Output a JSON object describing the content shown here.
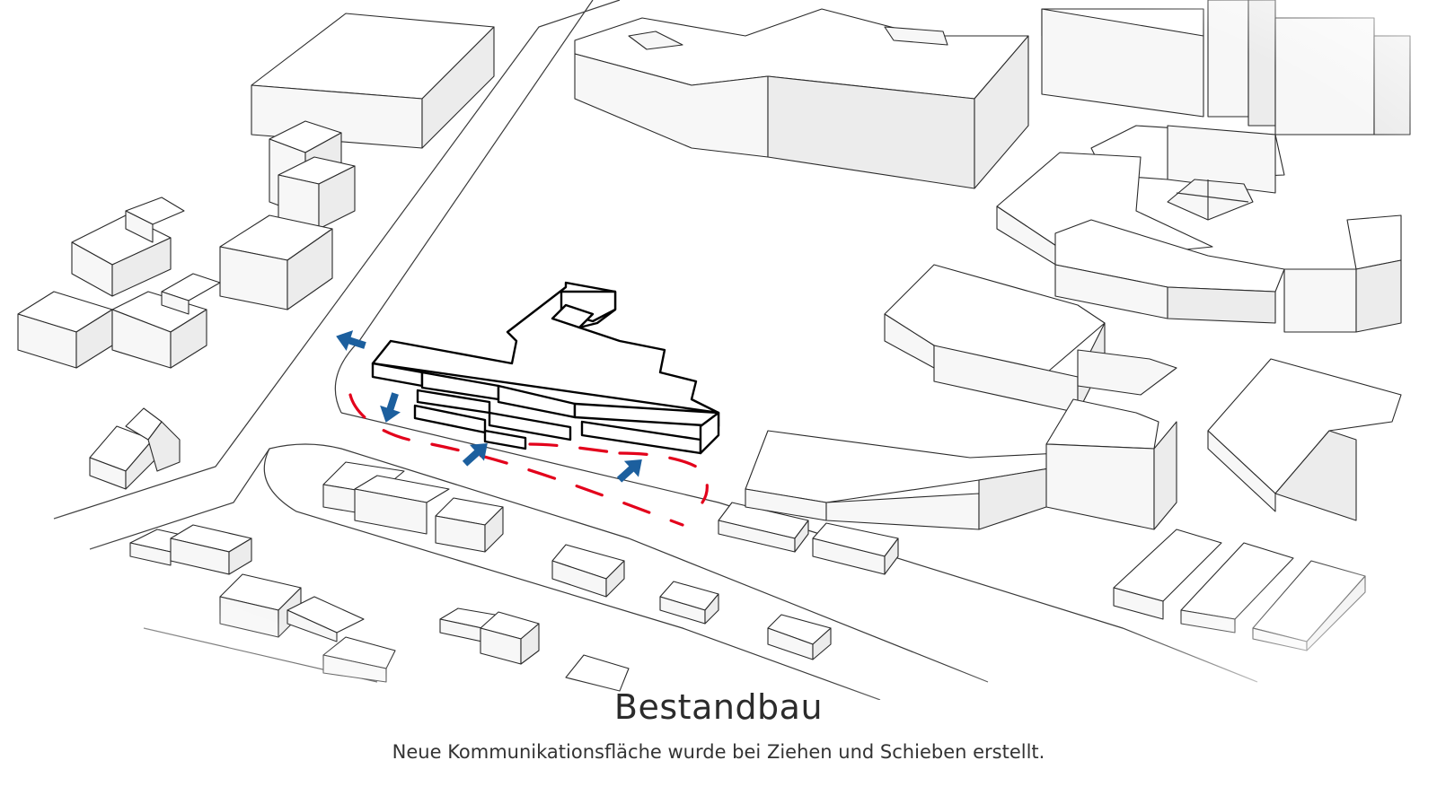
{
  "caption": {
    "title": "Bestandbau",
    "subtitle": "Neue Kommunikationsfläche wurde bei Ziehen und Schieben erstellt."
  },
  "colors": {
    "background": "#ffffff",
    "linework": "#2a2a2a",
    "highlight_outline": "#000000",
    "dashed_zone": "#e3001b",
    "arrows": "#1c5f9e"
  },
  "arrows": {
    "count": 4,
    "directions": [
      "up-right",
      "up-right",
      "down",
      "left"
    ]
  }
}
